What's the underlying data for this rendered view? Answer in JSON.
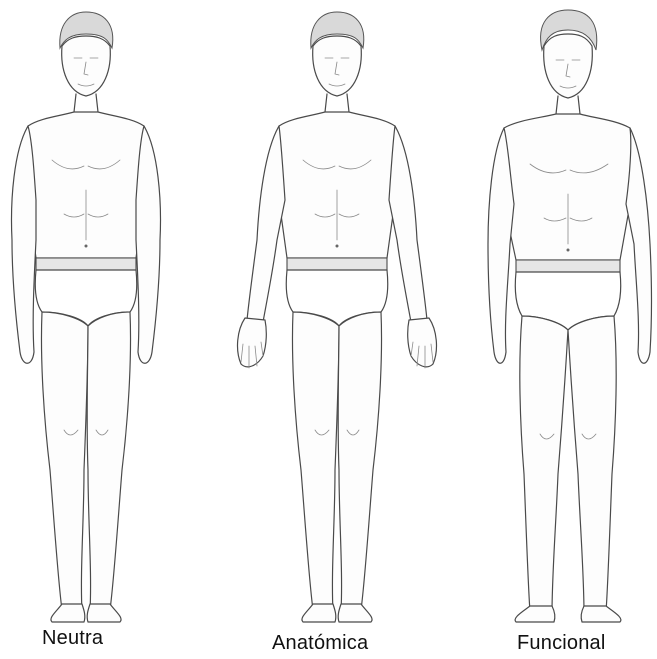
{
  "figures": [
    {
      "id": "neutra",
      "label": "Neutra"
    },
    {
      "id": "anatomica",
      "label": "Anatómica"
    },
    {
      "id": "funcional",
      "label": "Funcional"
    }
  ]
}
